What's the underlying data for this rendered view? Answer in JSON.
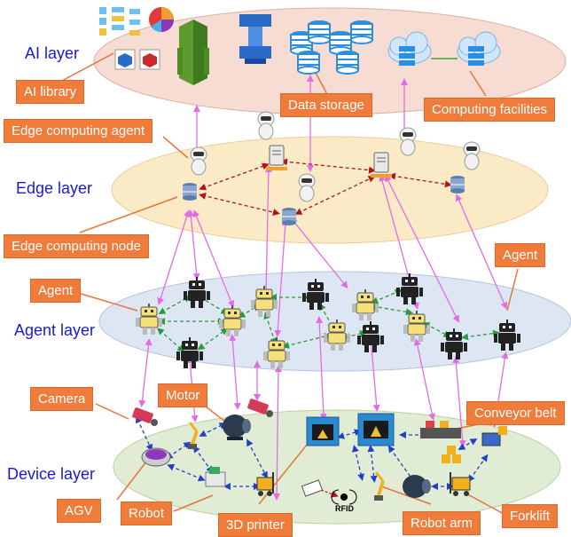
{
  "layers": {
    "ai": "AI layer",
    "edge": "Edge layer",
    "agent": "Agent layer",
    "device": "Device layer"
  },
  "callouts": {
    "ai_library": "AI library",
    "data_storage": "Data storage",
    "computing_facilities": "Computing facilities",
    "edge_computing_agent": "Edge computing agent",
    "edge_computing_node": "Edge computing node",
    "agent_left": "Agent",
    "agent_right": "Agent",
    "camera": "Camera",
    "motor": "Motor",
    "conveyor_belt": "Conveyor belt",
    "agv": "AGV",
    "robot": "Robot",
    "printer_3d": "3D printer",
    "robot_arm": "Robot arm",
    "forklift": "Forklift"
  },
  "rfid_label": "RFID",
  "colors": {
    "layer_label": "#1a1ad6",
    "callout": "#f07c3c",
    "ai_ellipse": "#f6dcd3",
    "edge_ellipse": "#fbeac6",
    "agent_ellipse": "#dde7f4",
    "device_ellipse": "#e1ecd4",
    "cloud_link": "#e46be4",
    "edge_link": "#b0141c",
    "agent_link": "#2a9a3a",
    "device_link": "#2240c8"
  }
}
